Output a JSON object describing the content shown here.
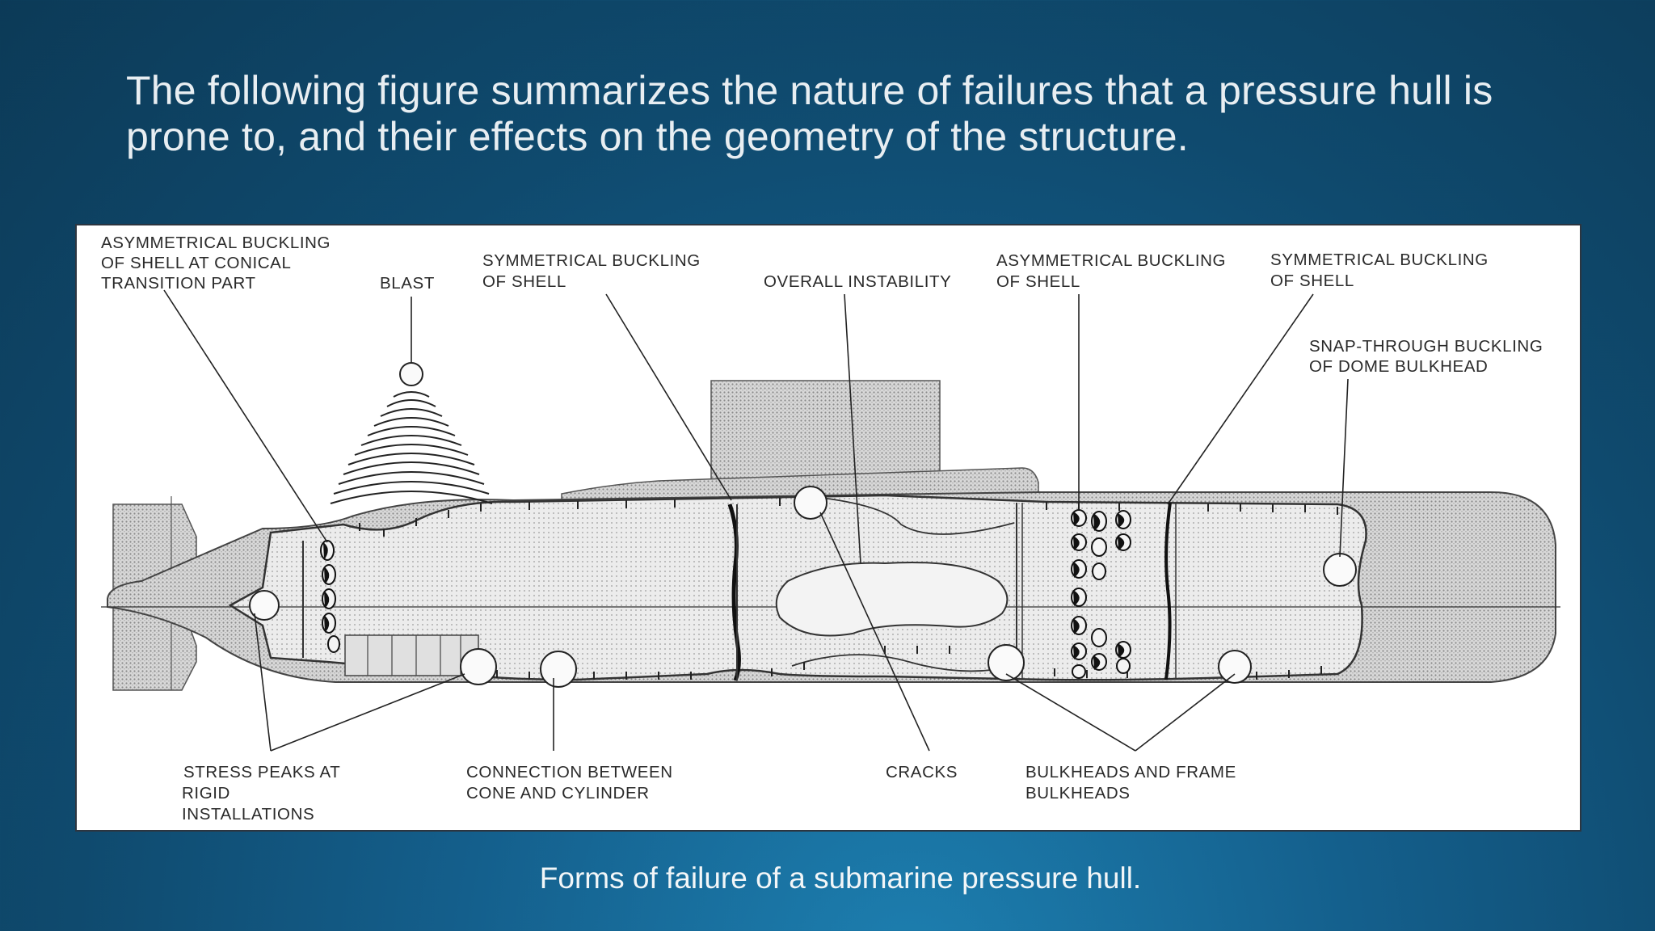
{
  "heading": {
    "line1": "The following figure summarizes the nature of failures that a pressure hull is",
    "line2": "prone to, and their effects on the geometry of the structure."
  },
  "caption": "Forms of failure of a submarine pressure hull.",
  "diagram": {
    "labels": {
      "asym_conical_1": "ASYMMETRICAL BUCKLING",
      "asym_conical_2": "OF SHELL AT CONICAL",
      "asym_conical_3": "TRANSITION PART",
      "blast": "BLAST",
      "sym_shell_a_1": "SYMMETRICAL BUCKLING",
      "sym_shell_a_2": "OF SHELL",
      "overall_instability": "OVERALL INSTABILITY",
      "asym_shell_1": "ASYMMETRICAL BUCKLING",
      "asym_shell_2": "OF SHELL",
      "sym_shell_b_1": "SYMMETRICAL BUCKLING",
      "sym_shell_b_2": "OF SHELL",
      "snap_through_1": "SNAP-THROUGH BUCKLING",
      "snap_through_2": "OF DOME BULKHEAD",
      "stress_peaks_1": "STRESS PEAKS AT",
      "stress_peaks_2": "RIGID",
      "stress_peaks_3": "INSTALLATIONS",
      "connection_1": "CONNECTION BETWEEN",
      "connection_2": "CONE AND CYLINDER",
      "cracks": "CRACKS",
      "bulkheads_1": "BULKHEADS AND FRAME",
      "bulkheads_2": "BULKHEADS"
    }
  }
}
